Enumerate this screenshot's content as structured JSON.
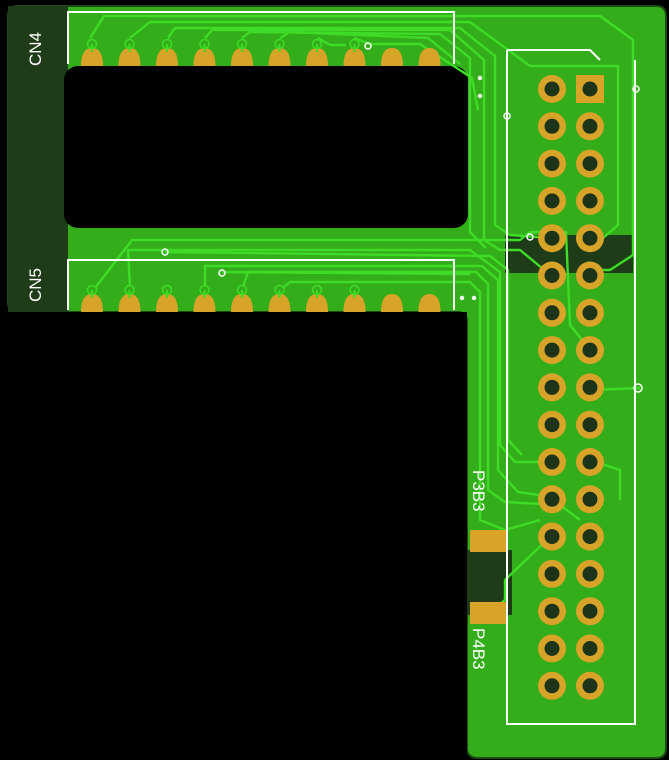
{
  "labels": {
    "cn4": "CN4",
    "cn5": "CN5",
    "p3b3": "P3B3",
    "p4b3": "P4B3"
  },
  "colors": {
    "background": "#000000",
    "board": "#34ad1a",
    "board_edge": "#1b4a12",
    "dark_pour": "#1e3c17",
    "trace": "#3edc27",
    "pad": "#d7a429",
    "pad_border": "#1d3418",
    "silk": "#ffffff",
    "via": "#ffffff"
  },
  "connector": {
    "pins": 34,
    "rows": 17,
    "cols": 2,
    "pin1_shape": "square"
  },
  "cn4_pins": 10,
  "cn5_pins": 10
}
